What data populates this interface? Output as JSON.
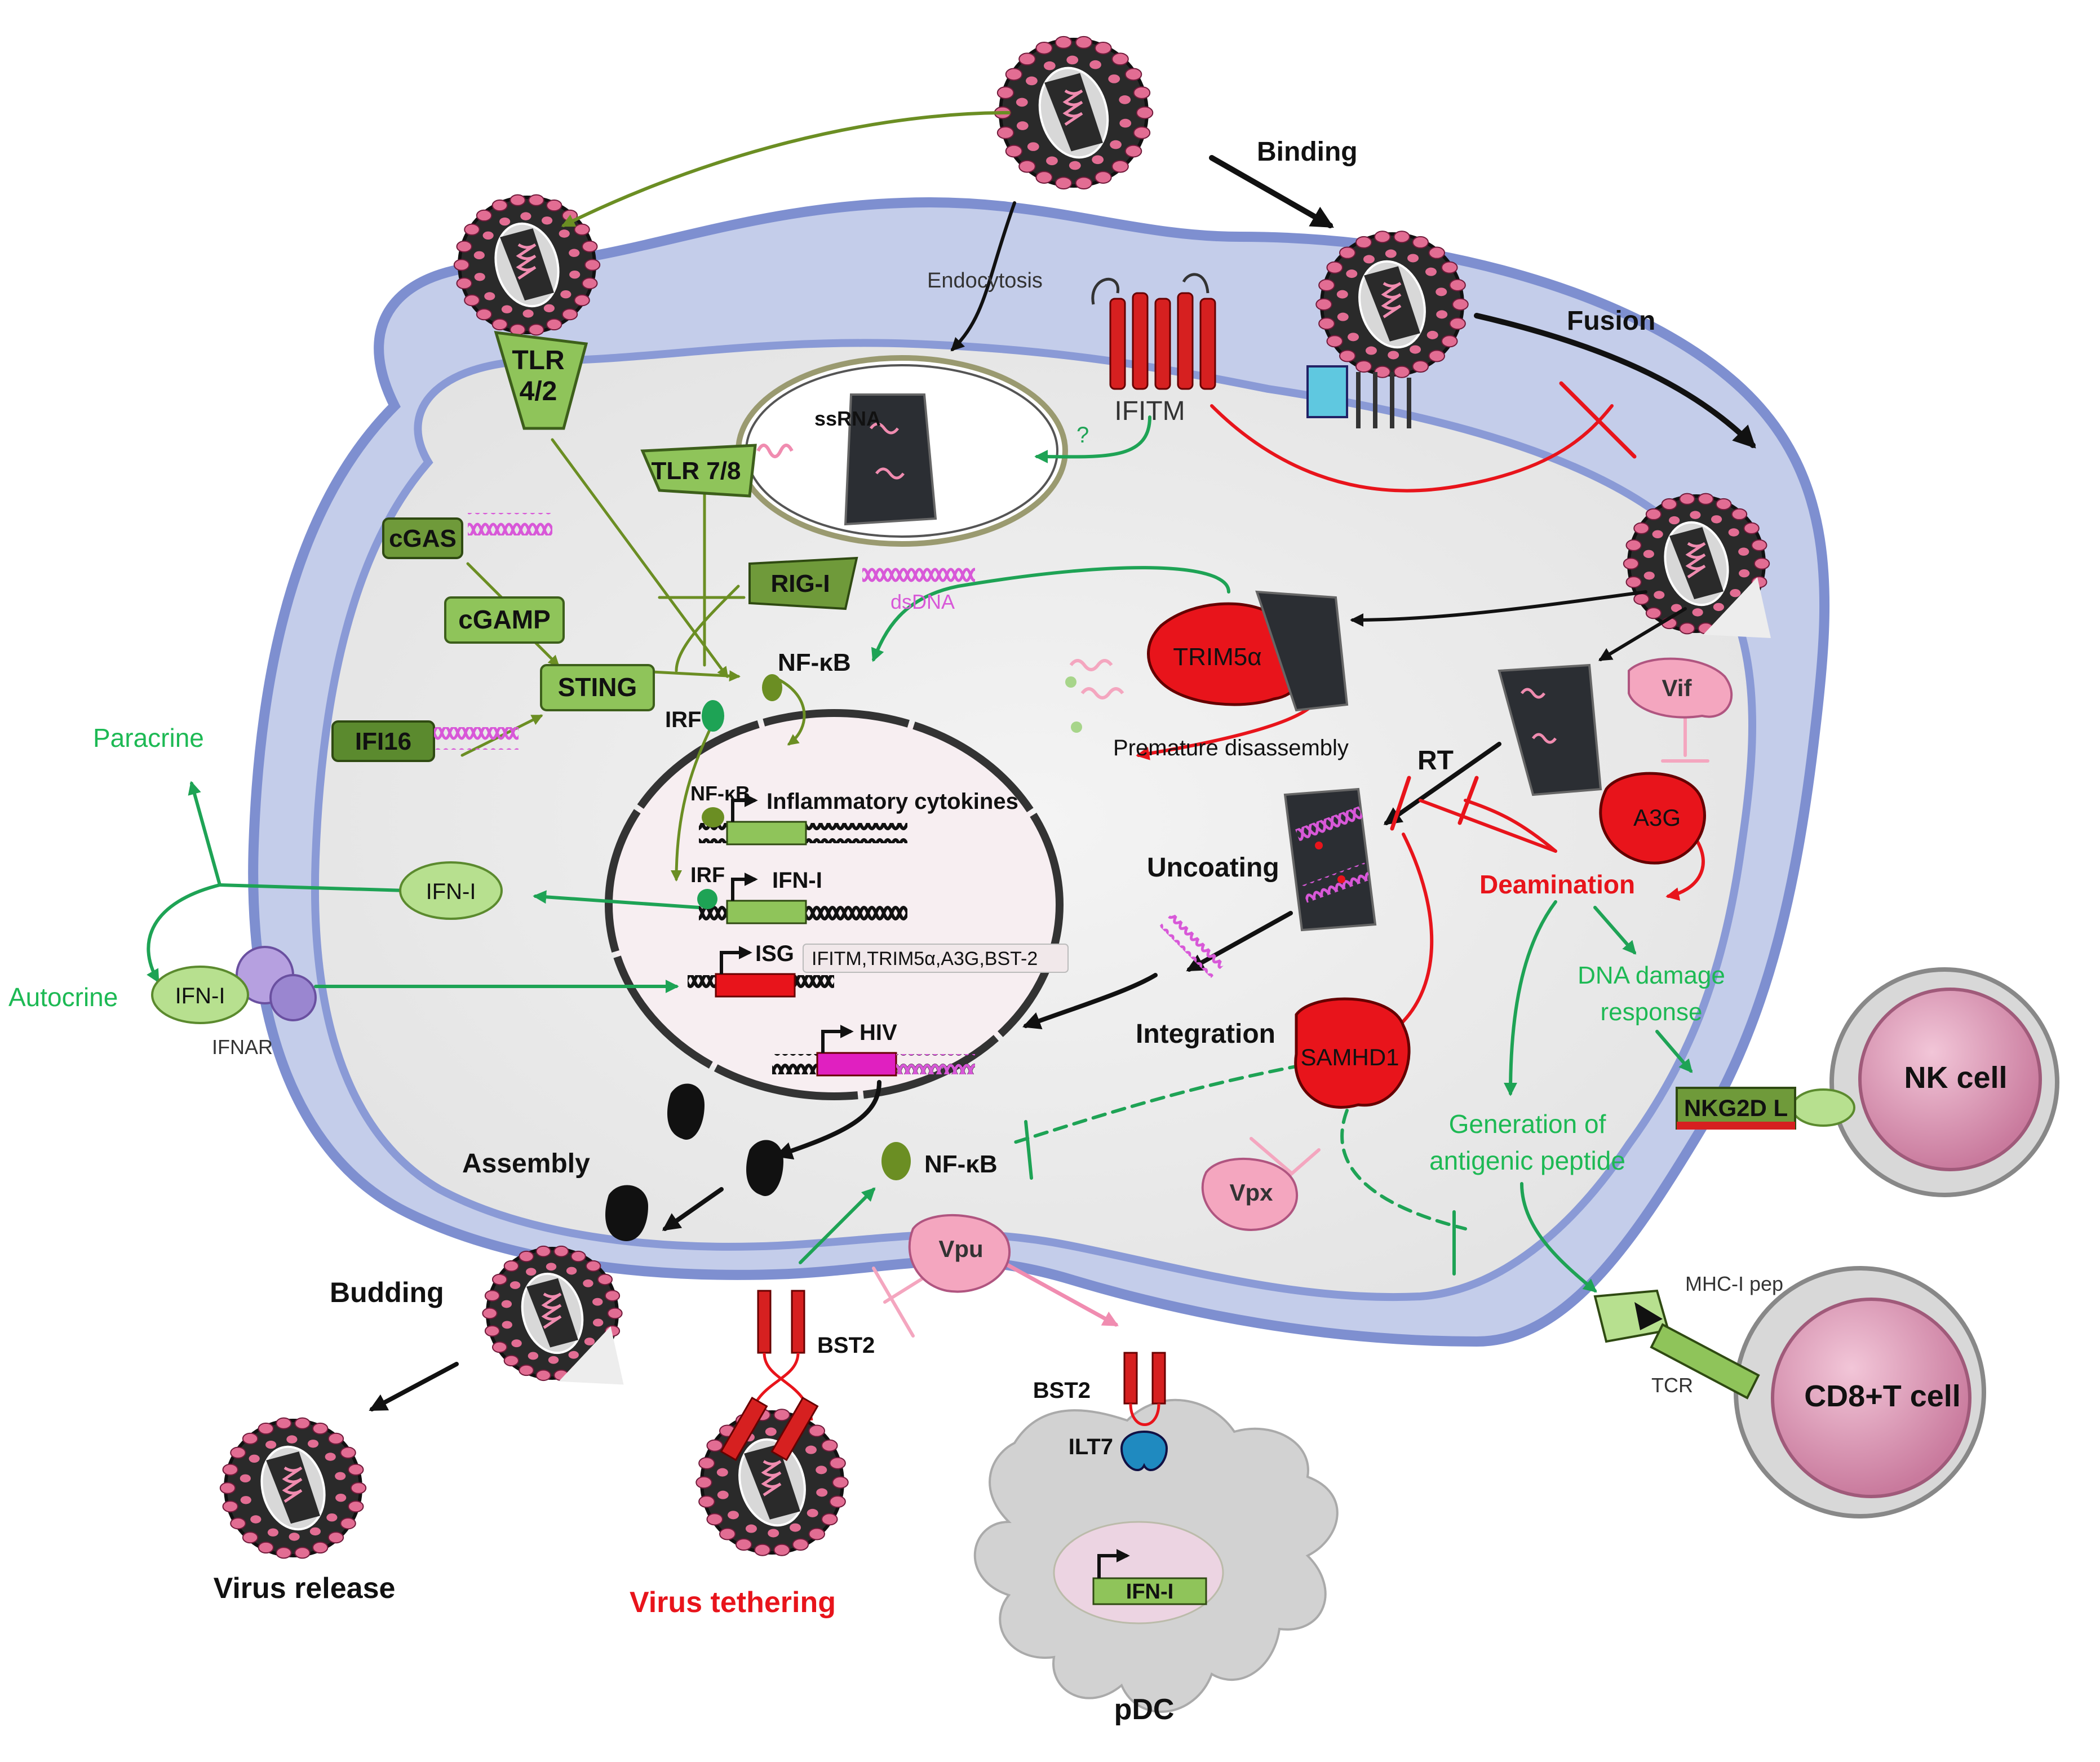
{
  "colors": {
    "membrane": "#7e8fd0",
    "membrane_light": "#c4cdea",
    "cytoplasm": "#ededed",
    "nucleus": "#f7eef1",
    "green_arrow": "#1ea355",
    "olive_arrow": "#6b8e23",
    "red_inhibit": "#e8141b",
    "pink": "#f4a6bf",
    "virus_body": "#2a2a2a",
    "virus_spike": "#e26d93",
    "green_text": "#1db954",
    "red_text": "#e8141b",
    "receptor_green": "#8fc45a",
    "receptor_dark": "#5b8a2e",
    "nk_cell": "#e4a8c2"
  },
  "labels": {
    "binding": "Binding",
    "fusion": "Fusion",
    "endocytosis": "Endocytosis",
    "ifitm": "IFITM",
    "question": "?",
    "ssrna": "ssRNA",
    "tlr78": "TLR 7/8",
    "tlr42_a": "TLR",
    "tlr42_b": "4/2",
    "cgas": "cGAS",
    "cgamp": "cGAMP",
    "sting": "STING",
    "ifi16": "IFI16",
    "rigi": "RIG-I",
    "dsdna": "dsDNA",
    "nfkb_top": "NF-κB",
    "irf": "IRF",
    "trim5a": "TRIM5α",
    "premature": "Premature disassembly",
    "vif": "Vif",
    "rt": "RT",
    "a3g": "A3G",
    "deamination": "Deamination",
    "uncoating": "Uncoating",
    "integration": "Integration",
    "dna_damage_1": "DNA damage",
    "dna_damage_2": "response",
    "samhd1": "SAMHD1",
    "gen_antigen_1": "Generation of",
    "gen_antigen_2": "antigenic peptide",
    "nkg2dl": "NKG2D L",
    "nk_cell": "NK cell",
    "mhc": "MHC-I pep",
    "tcr": "TCR",
    "cd8": "CD8+T cell",
    "paracrine": "Paracrine",
    "autocrine": "Autocrine",
    "ifn_out": "IFN-I",
    "ifn_rec": "IFN-I",
    "ifnar": "IFNAR",
    "nfkb_gene": "NF-κB",
    "inflammatory": "Inflammatory cytokines",
    "irf_gene": "IRF",
    "ifn_gene": "IFN-I",
    "isg": "ISG",
    "isg_list": "IFITM,TRIM5α,A3G,BST-2",
    "hiv": "HIV",
    "assembly": "Assembly",
    "nfkb_low": "NF-κB",
    "vpx": "Vpx",
    "vpu": "Vpu",
    "budding": "Budding",
    "bst2_a": "BST2",
    "bst2_b": "BST2",
    "ilt7": "ILT7",
    "pdc_ifn": "IFN-I",
    "pdc": "pDC",
    "virus_release": "Virus release",
    "virus_tethering": "Virus tethering"
  }
}
